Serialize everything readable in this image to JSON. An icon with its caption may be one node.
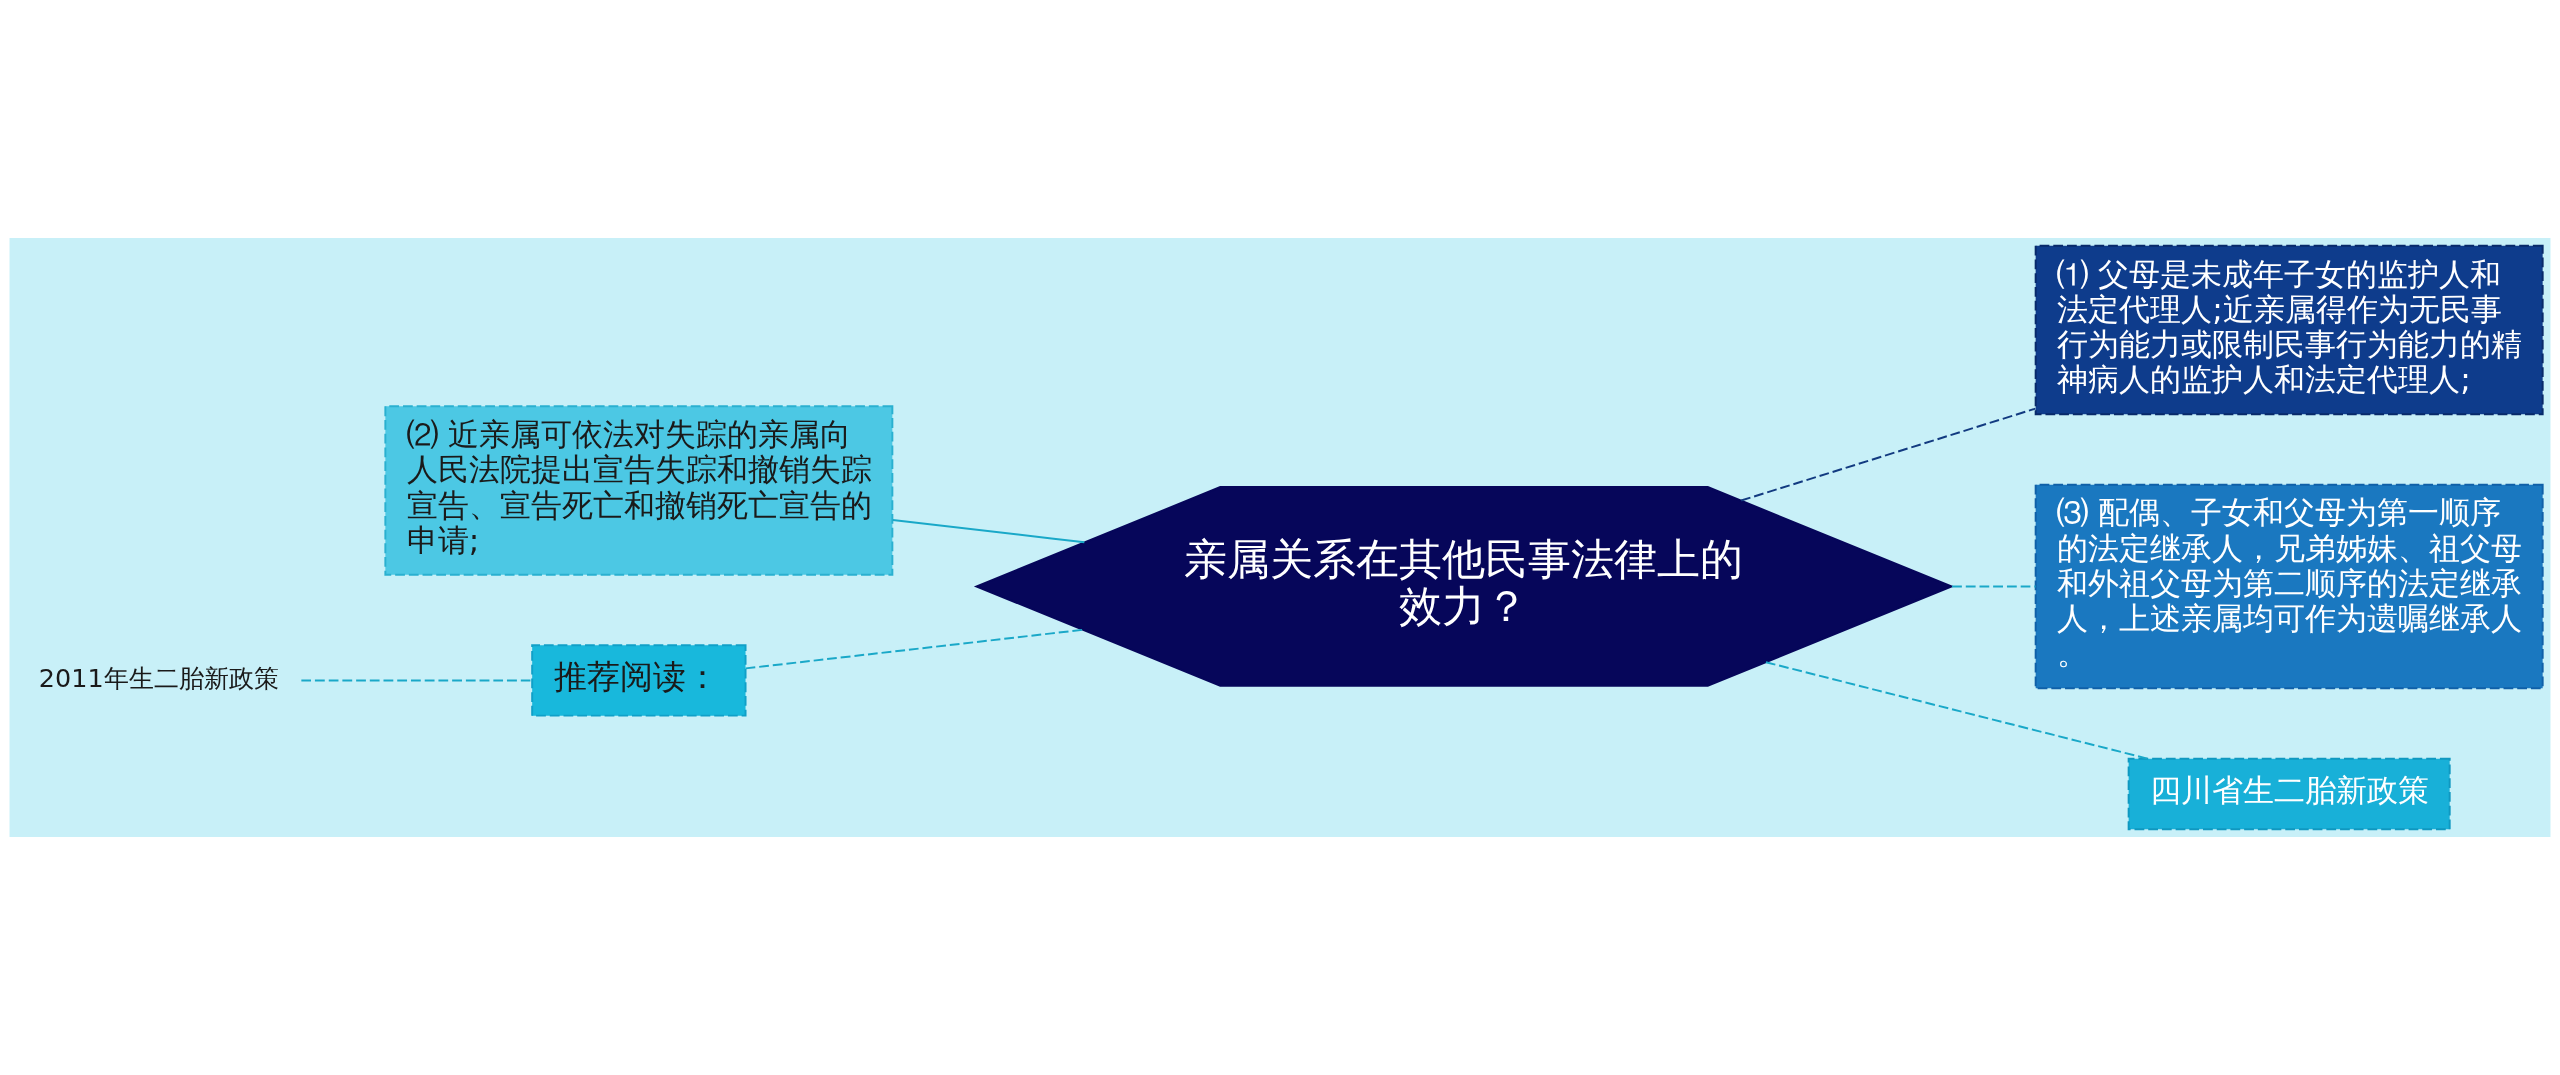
{
  "diagram": {
    "nodes": [
      {
        "text": [
          "亲属关系在其他民事法律上的效力？"
        ]
      },
      {
        "text": [
          "⑵ 近亲属可依法对失踪的亲属向人民法院提出宣告失踪和撤销失踪宣告、宣告死亡和撤销死亡宣告的申请;"
        ]
      },
      {
        "text": [
          "推荐阅读："
        ]
      },
      {
        "text": [
          "2011年生二胎新政策"
        ]
      },
      {
        "text": [
          "⑴ 父母是未成年子女的监护人和法定代理人;近亲属得作为无民事行为能力或限制民事行为能力的精神病人的监护人和法定代理人;"
        ]
      },
      {
        "text": [
          "⑶ 配偶、子女和父母为第一顺序的法定继承人，兄弟姊妹、祖父母和外祖父母为第二顺序的法定继承人，上述亲属均可作为遗嘱继承人。"
        ]
      },
      {
        "text": [
          "四川省生二胎新政策"
        ]
      }
    ],
    "edges": [
      {
        "from": 0,
        "to": 1,
        "arrow": "none"
      },
      {
        "from": 0,
        "to": 2,
        "arrow": "none",
        "style": "dashed"
      },
      {
        "from": 2,
        "to": 3,
        "arrow": "none",
        "style": "dashed"
      },
      {
        "from": 0,
        "to": 4,
        "arrow": "none",
        "style": "dashed",
        "color": "#123a80"
      },
      {
        "from": 0,
        "to": 5,
        "arrow": "none",
        "style": "dashed"
      },
      {
        "from": 0,
        "to": 6,
        "arrow": "none",
        "style": "dashed"
      }
    ]
  }
}
